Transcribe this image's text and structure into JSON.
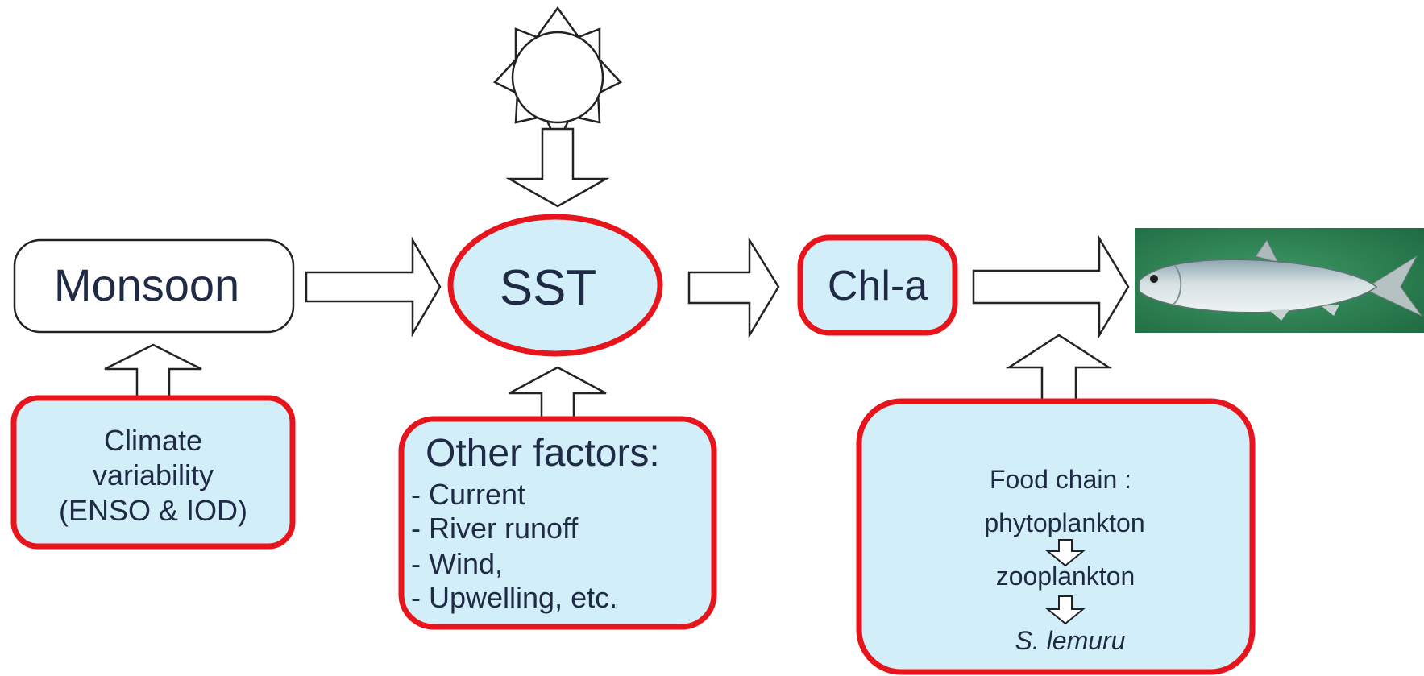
{
  "nodes": {
    "monsoon": {
      "label": "Monsoon"
    },
    "sst": {
      "label": "SST"
    },
    "chla": {
      "label": "Chl-a"
    },
    "climate": {
      "lines": [
        "Climate",
        "variability",
        "(ENSO & IOD)"
      ]
    },
    "other": {
      "title": "Other factors:",
      "items": [
        "- Current",
        "- River runoff",
        "- Wind,",
        "- Upwelling, etc."
      ]
    },
    "food_chain": {
      "title": "Food chain :",
      "steps": [
        "phytoplankton",
        "zooplankton",
        "S. lemuru"
      ]
    }
  },
  "icons": {
    "sun": "sun-icon",
    "fish": "fish-image"
  },
  "colors": {
    "highlight_border": "#e8141b",
    "box_fill": "#d2eef9",
    "text": "#1f2a44",
    "arrow_stroke": "#222222",
    "fish_bg": "#2f8a55"
  }
}
